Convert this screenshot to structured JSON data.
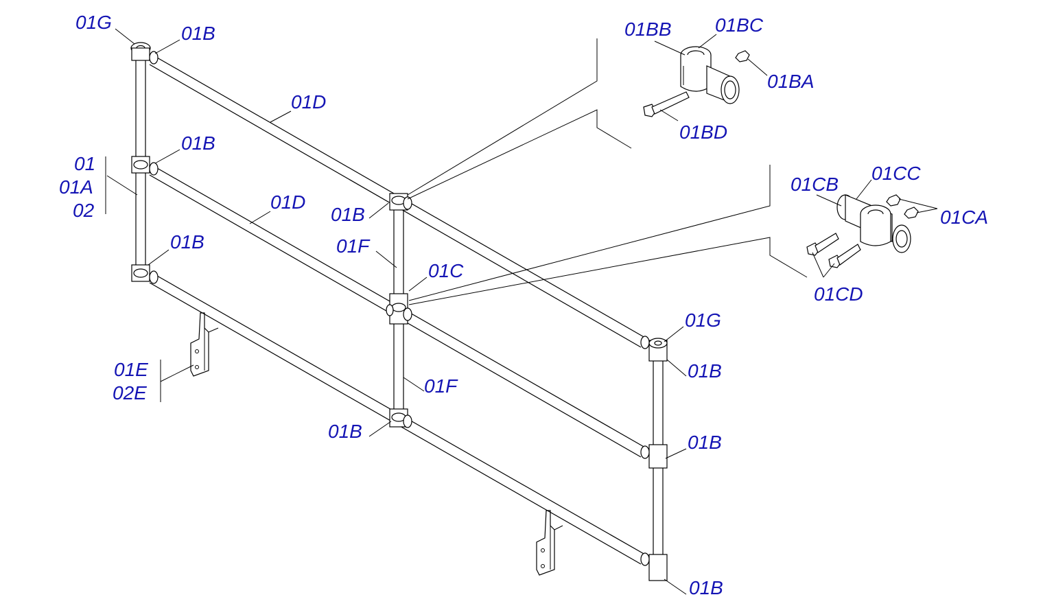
{
  "diagram": {
    "kind": "exploded parts diagram of a tube guard rail",
    "label_color": "#1414b4",
    "line_color": "#000000",
    "callouts": [
      {
        "id": "01G-top-left",
        "text": "01G"
      },
      {
        "id": "01B-top-left",
        "text": "01B"
      },
      {
        "id": "01D-upper",
        "text": "01D"
      },
      {
        "id": "01B-mid-left",
        "text": "01B"
      },
      {
        "id": "01-stack",
        "text": "01"
      },
      {
        "id": "01A-stack",
        "text": "01A"
      },
      {
        "id": "02-stack",
        "text": "02"
      },
      {
        "id": "01D-middle",
        "text": "01D"
      },
      {
        "id": "01B-lower-left",
        "text": "01B"
      },
      {
        "id": "01B-center-top",
        "text": "01B"
      },
      {
        "id": "01F-upper",
        "text": "01F"
      },
      {
        "id": "01C-center",
        "text": "01C"
      },
      {
        "id": "01E-stack",
        "text": "01E"
      },
      {
        "id": "02E-stack",
        "text": "02E"
      },
      {
        "id": "01F-lower",
        "text": "01F"
      },
      {
        "id": "01B-center-bottom",
        "text": "01B"
      },
      {
        "id": "01G-right",
        "text": "01G"
      },
      {
        "id": "01B-right-top",
        "text": "01B"
      },
      {
        "id": "01B-right-mid",
        "text": "01B"
      },
      {
        "id": "01B-right-bottom",
        "text": "01B"
      },
      {
        "id": "01BB-detail",
        "text": "01BB"
      },
      {
        "id": "01BC-detail",
        "text": "01BC"
      },
      {
        "id": "01BA-detail",
        "text": "01BA"
      },
      {
        "id": "01BD-detail",
        "text": "01BD"
      },
      {
        "id": "01CB-detail",
        "text": "01CB"
      },
      {
        "id": "01CC-detail",
        "text": "01CC"
      },
      {
        "id": "01CA-detail",
        "text": "01CA"
      },
      {
        "id": "01CD-detail",
        "text": "01CD"
      }
    ]
  }
}
